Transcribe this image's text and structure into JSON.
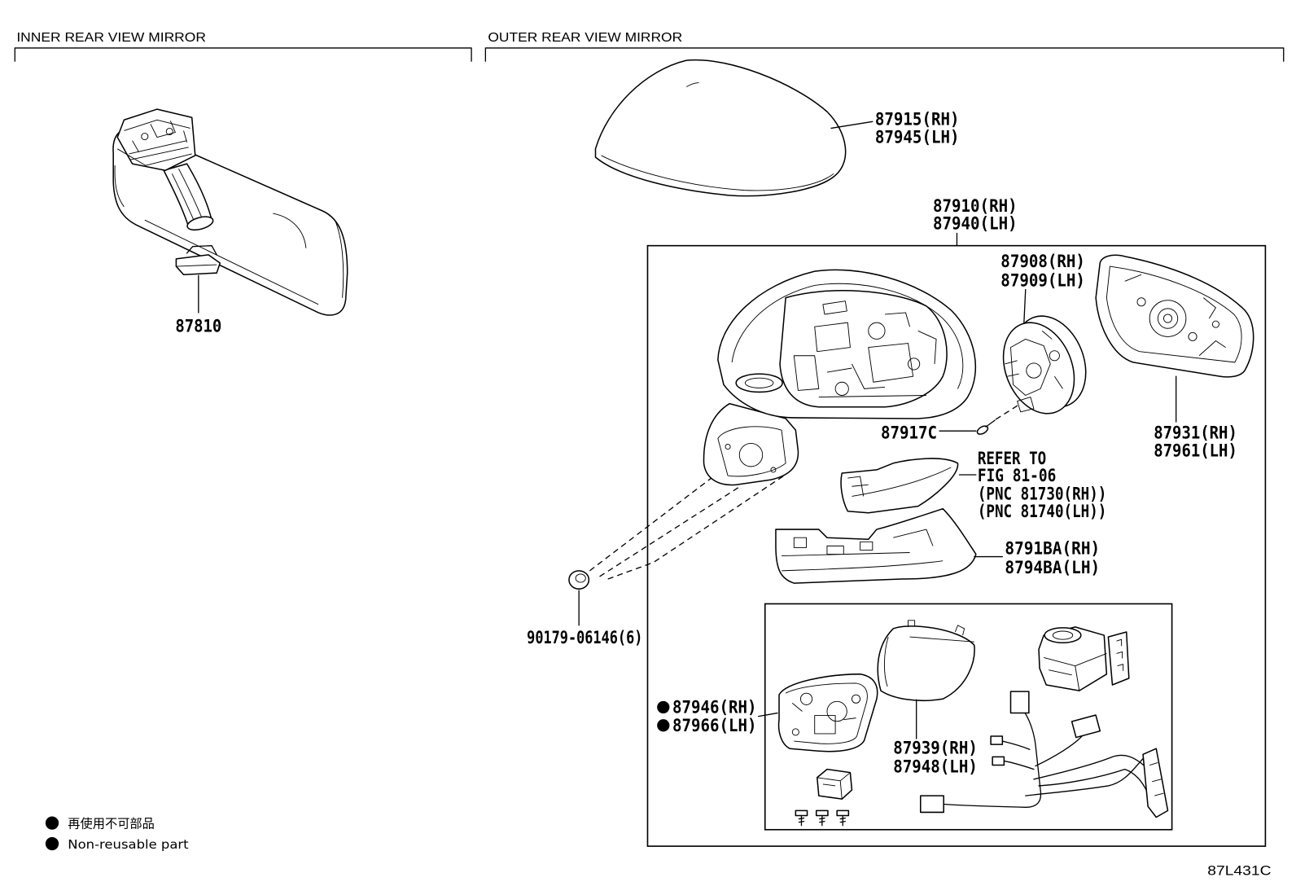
{
  "header": {
    "inner_title": "INNER REAR VIEW MIRROR",
    "outer_title": "OUTER REAR VIEW MIRROR"
  },
  "callouts": {
    "inner_mirror": {
      "part": "87810"
    },
    "mirror_cover": {
      "rh": "87915(RH)",
      "lh": "87945(LH)"
    },
    "mirror_assembly": {
      "rh": "87910(RH)",
      "lh": "87940(LH)"
    },
    "actuator": {
      "rh": "87908(RH)",
      "lh": "87909(LH)"
    },
    "screw": {
      "part": "87917C"
    },
    "refer": {
      "line1": "REFER TO",
      "line2": "FIG 81-06",
      "line3": "(PNC 81730(RH))",
      "line4": "(PNC 81740(LH))"
    },
    "mirror_glass": {
      "rh": "87931(RH)",
      "lh": "87961(LH)"
    },
    "garnish": {
      "rh": "8791BA(RH)",
      "lh": "8794BA(LH)"
    },
    "nut": {
      "part": "90179-06146(6)"
    },
    "bracket": {
      "rh": "87946(RH)",
      "lh": "87966(LH)"
    },
    "sub_assembly": {
      "rh": "87939(RH)",
      "lh": "87948(LH)"
    }
  },
  "legend": {
    "marker_icon": "filled-circle-icon",
    "ja": "再使用不可部品",
    "en": "Non-reusable part"
  },
  "figure_code": "87L431C",
  "colors": {
    "ink": "#000000",
    "paper": "#ffffff"
  }
}
